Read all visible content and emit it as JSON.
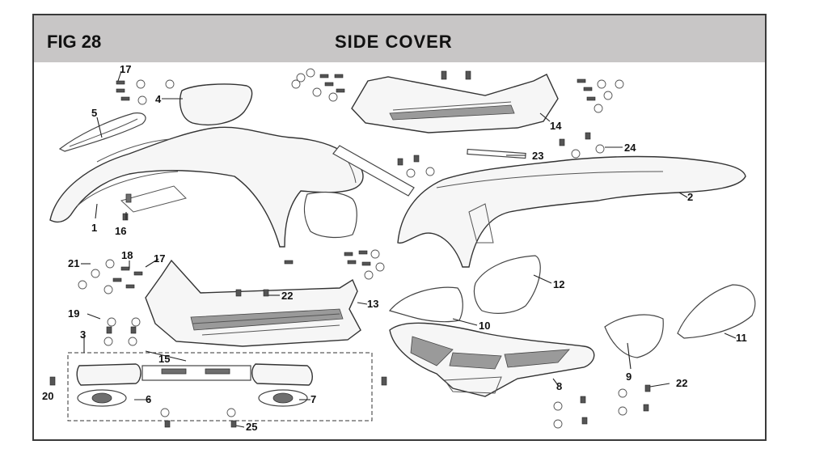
{
  "header": {
    "fig_label": "FIG 28",
    "title": "SIDE COVER"
  },
  "callouts": {
    "c1": "1",
    "c2": "2",
    "c3": "3",
    "c4": "4",
    "c5": "5",
    "c6": "6",
    "c7": "7",
    "c8": "8",
    "c9": "9",
    "c10": "10",
    "c11": "11",
    "c12": "12",
    "c13": "13",
    "c14": "14",
    "c15": "15",
    "c16": "16",
    "c17a": "17",
    "c17b": "17",
    "c18": "18",
    "c19": "19",
    "c20": "20",
    "c21": "21",
    "c22a": "22",
    "c22b": "22",
    "c23": "23",
    "c24": "24",
    "c25": "25"
  },
  "colors": {
    "header_bg": "#c8c6c6",
    "border": "#3a3a3a"
  }
}
